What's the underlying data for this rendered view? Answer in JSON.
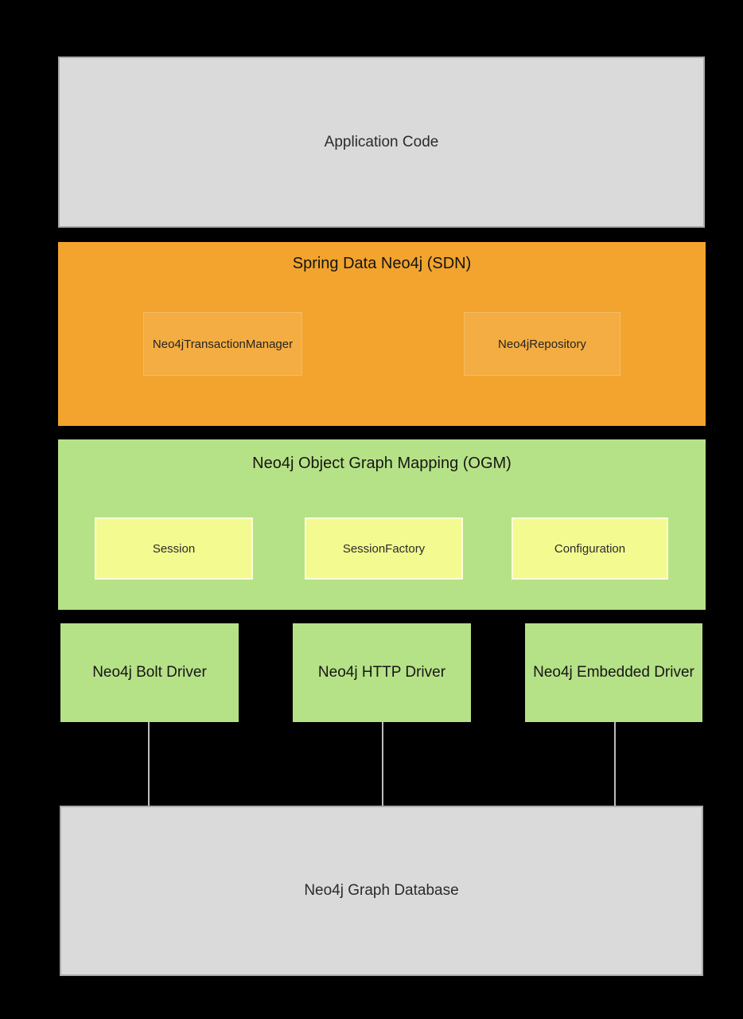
{
  "diagram": {
    "background_color": "#000000",
    "layers": {
      "application": {
        "label": "Application Code",
        "fill": "#dadada"
      },
      "sdn": {
        "title": "Spring Data Neo4j (SDN)",
        "fill": "#f2a42e",
        "components": [
          {
            "label": "Neo4jTransactionManager",
            "fill": "#f4ad42"
          },
          {
            "label": "Neo4jRepository",
            "fill": "#f4ad42"
          }
        ]
      },
      "ogm": {
        "title": "Neo4j Object Graph Mapping (OGM)",
        "fill": "#b5e286",
        "components": [
          {
            "label": "Session",
            "fill": "#f3fa8f"
          },
          {
            "label": "SessionFactory",
            "fill": "#f3fa8f"
          },
          {
            "label": "Configuration",
            "fill": "#f3fa8f"
          }
        ]
      },
      "drivers": [
        {
          "label": "Neo4j Bolt Driver",
          "fill": "#b5e286"
        },
        {
          "label": "Neo4j HTTP Driver",
          "fill": "#b5e286"
        },
        {
          "label": "Neo4j Embedded Driver",
          "fill": "#b5e286"
        }
      ],
      "database": {
        "label": "Neo4j Graph Database",
        "fill": "#dadada"
      }
    },
    "connector_color": "#bdbdbd"
  }
}
